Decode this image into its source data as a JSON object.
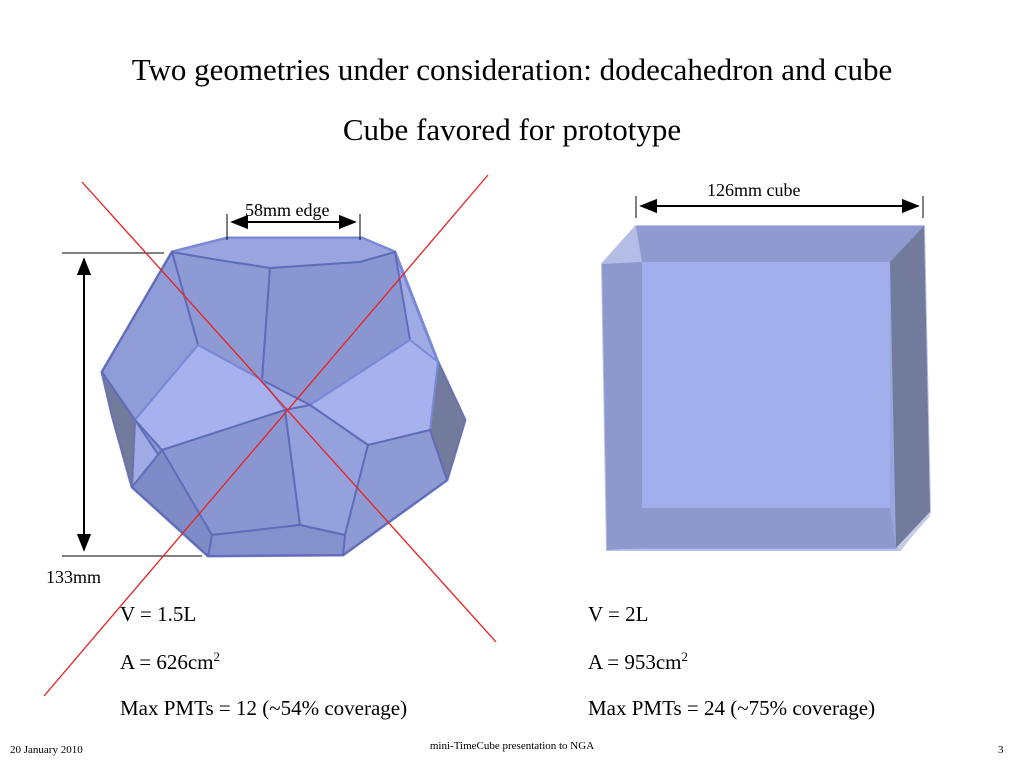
{
  "slide": {
    "title": "Two geometries under consideration: dodecahedron and cube",
    "subtitle": "Cube favored for prototype"
  },
  "dodecahedron": {
    "edge_label": "58mm edge",
    "height_label": "133mm",
    "volume": "V = 1.5L",
    "area_prefix": "A = 626cm",
    "area_exp": "2",
    "max_pmts": "Max PMTs = 12 (~54% coverage)",
    "rejected": true
  },
  "cube": {
    "edge_label": "126mm cube",
    "volume": "V = 2L",
    "area_prefix": "A = 953cm",
    "area_exp": "2",
    "max_pmts": "Max PMTs = 24 (~75% coverage)"
  },
  "footer": {
    "date": "20 January 2010",
    "center": "mini-TimeCube presentation to NGA",
    "page_number": "3"
  },
  "colors": {
    "face_light": "#a2aeeb",
    "face_mid": "#8e9ad4",
    "face_dark": "#737b9c",
    "edge": "#7a88d8",
    "cross": "#e82020"
  }
}
